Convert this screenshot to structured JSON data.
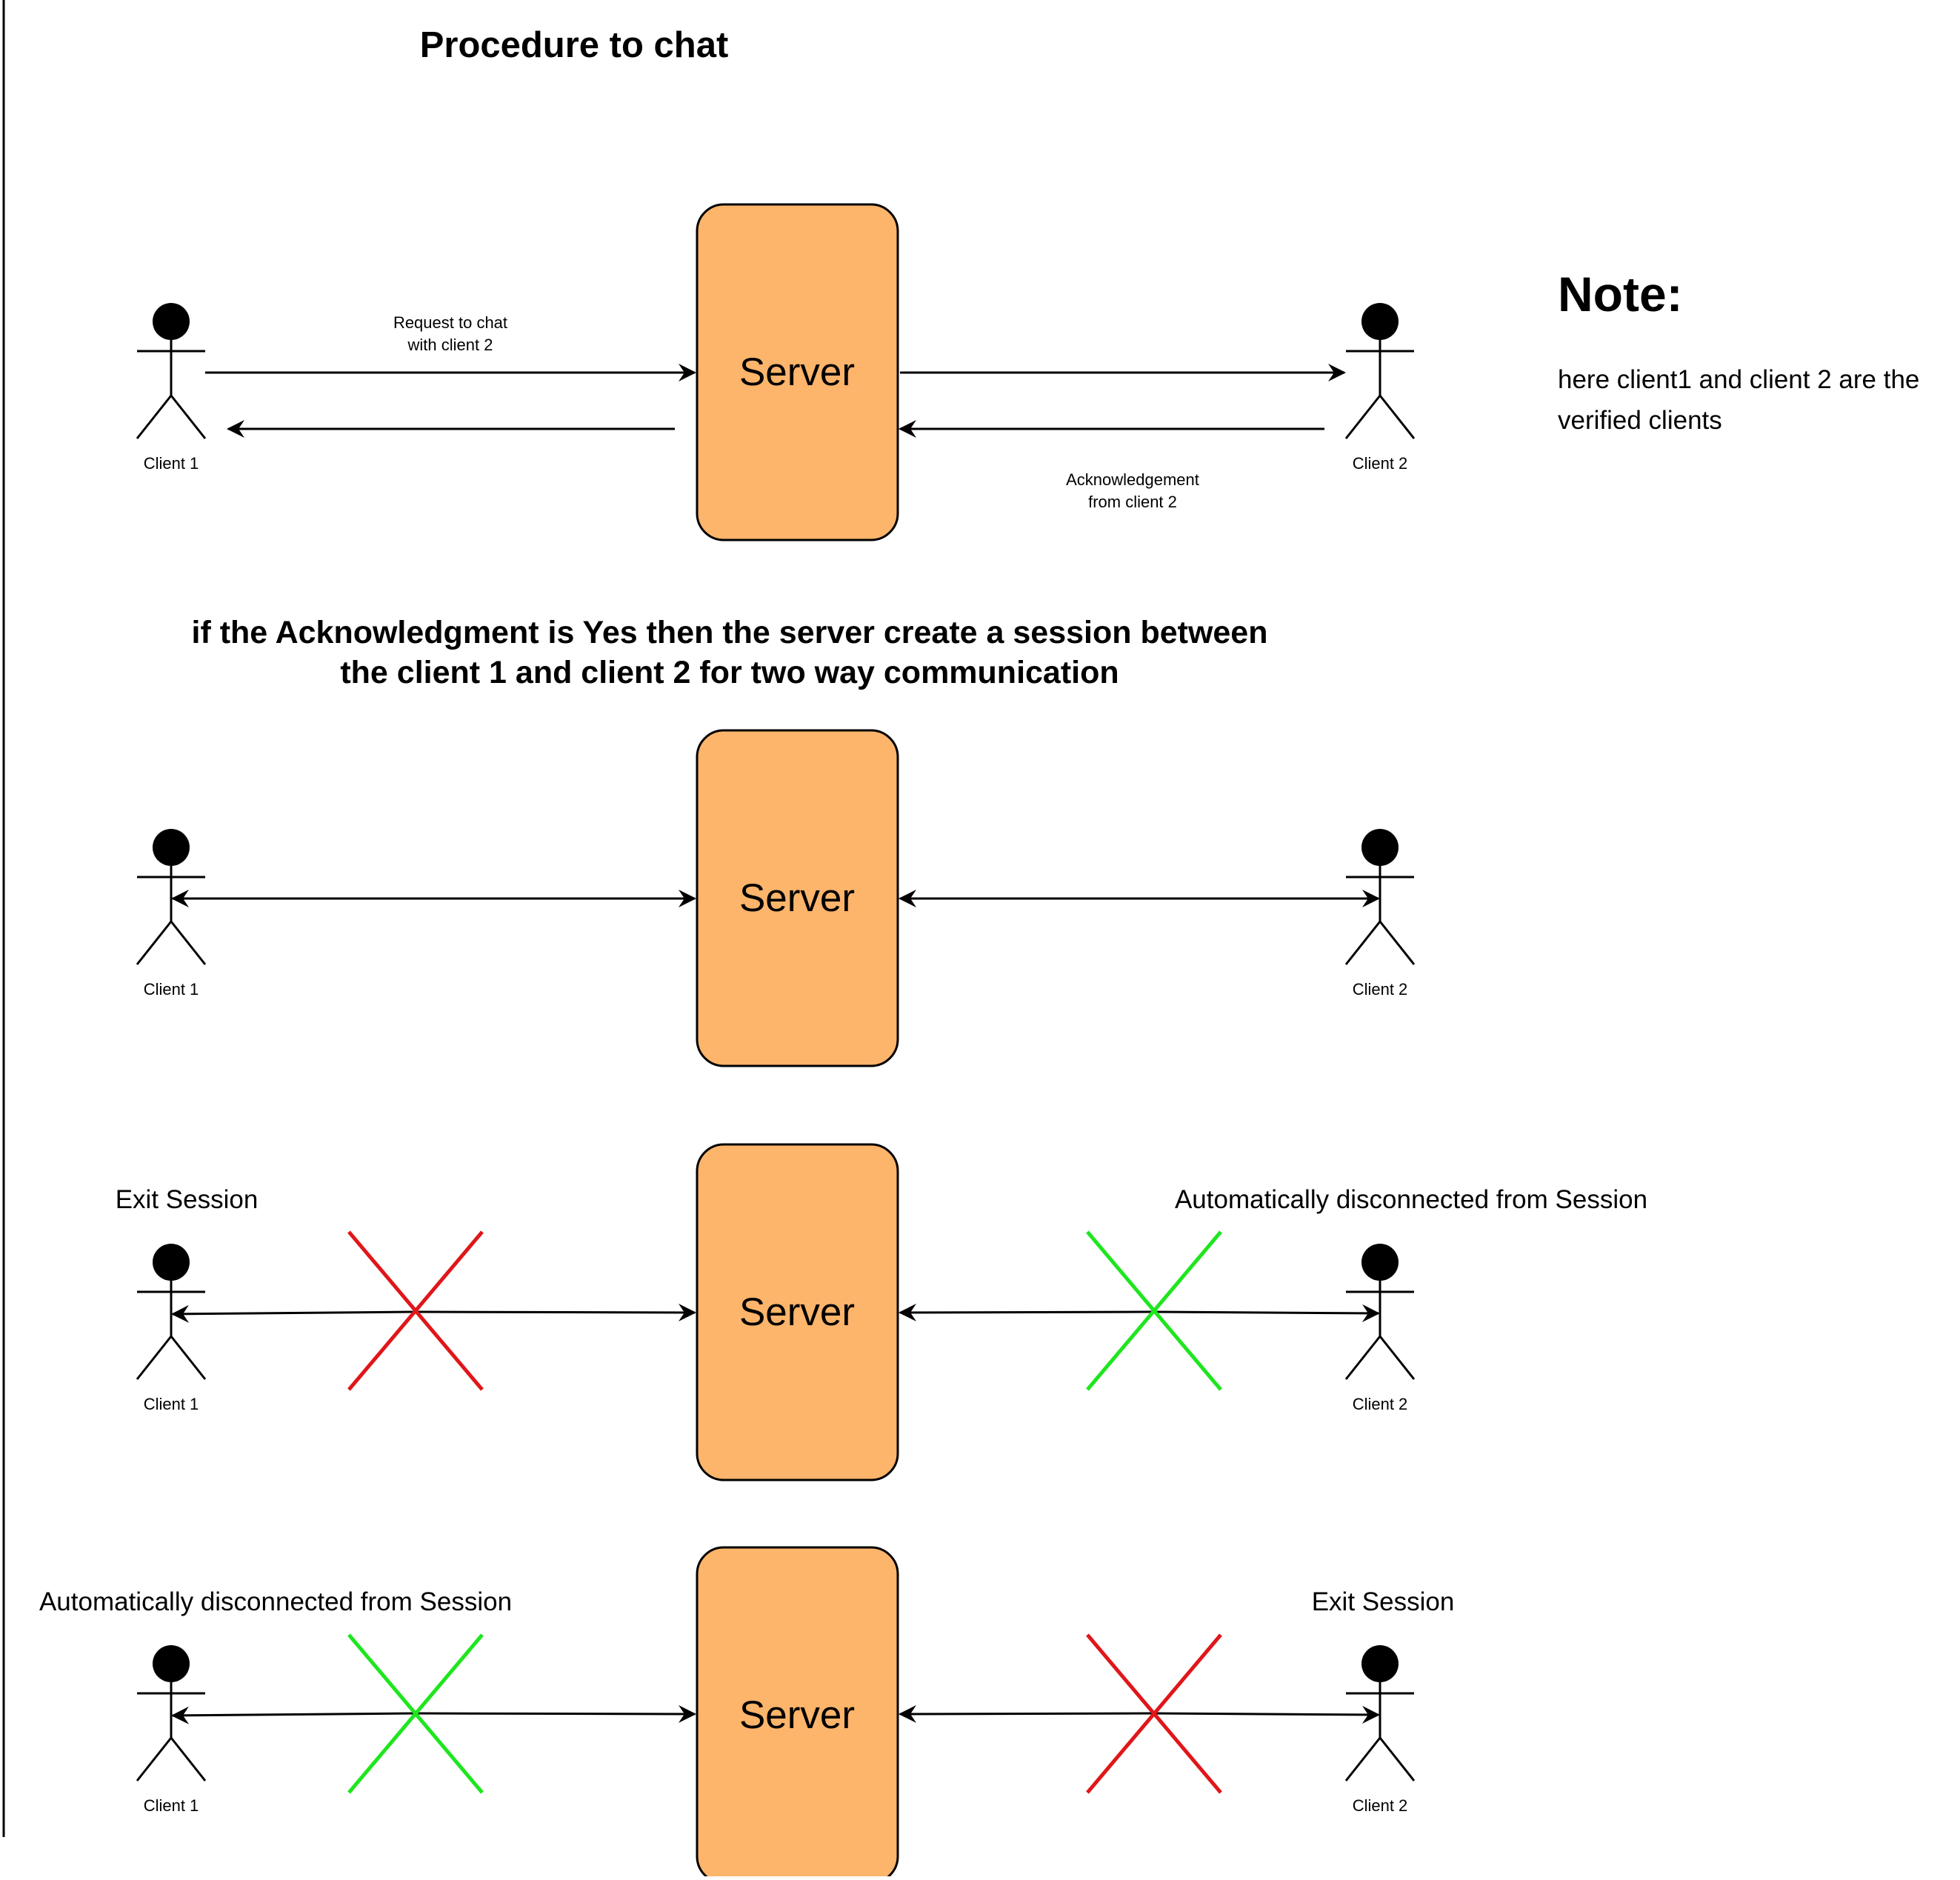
{
  "title": "Procedure to chat",
  "note": {
    "title": "Note:",
    "lines": [
      "here client1 and client 2 are the",
      "verified clients"
    ]
  },
  "session_text": {
    "lines": [
      "if the Acknowledgment is Yes then the server create a session between",
      "the client 1 and client 2 for two way communication"
    ]
  },
  "server_label": "Server",
  "client1_label": "Client 1",
  "client2_label": "Client 2",
  "request_label": [
    "Request to chat",
    "with client 2"
  ],
  "ack_label": [
    "Acknowledgement",
    "from client 2"
  ],
  "scenario3": {
    "left_label": "Exit Session",
    "right_label": "Automatically disconnected from Session",
    "left_x_color": "#e0161a",
    "right_x_color": "#1ee61e"
  },
  "scenario4": {
    "left_label": "Automatically disconnected from Session",
    "right_label": "Exit Session",
    "left_x_color": "#1ee61e",
    "right_x_color": "#e0161a"
  },
  "colors": {
    "server_fill": "#fdb46b",
    "stroke": "#000000",
    "exit_cross": "#e0161a",
    "auto_cross": "#1ee61e"
  }
}
